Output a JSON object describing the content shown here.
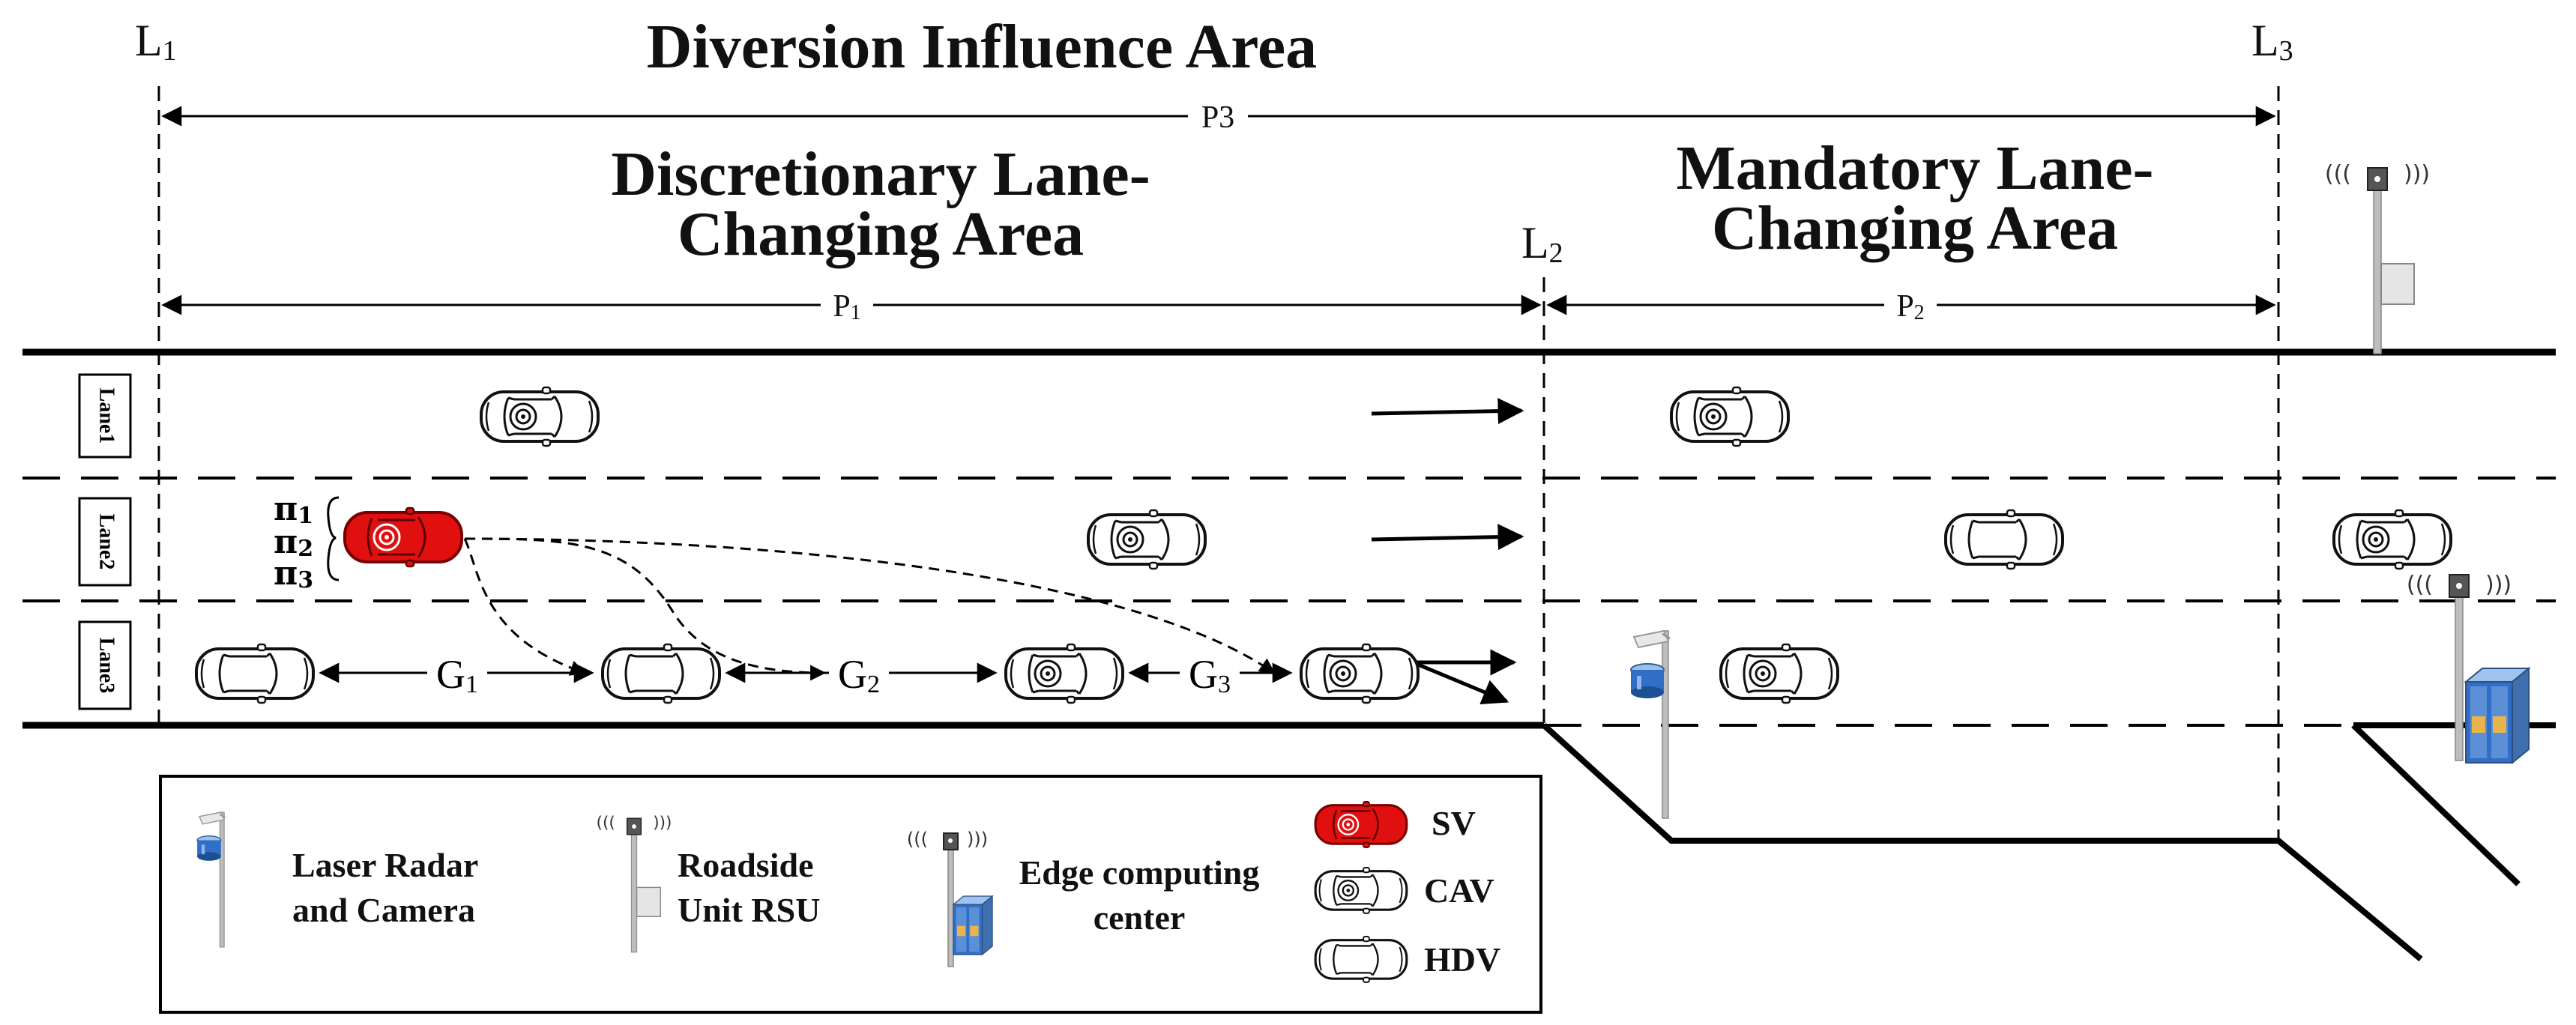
{
  "title": "Diversion Influence Area",
  "markers": {
    "l1": "L",
    "l1_sub": "1",
    "l2": "L",
    "l2_sub": "2",
    "l3": "L",
    "l3_sub": "3"
  },
  "spans": {
    "p3": "P3",
    "p1": "P",
    "p1_sub": "1",
    "p2": "P",
    "p2_sub": "2"
  },
  "areas": {
    "discretionary_line1": "Discretionary Lane-",
    "discretionary_line2": "Changing Area",
    "mandatory_line1": "Mandatory Lane-",
    "mandatory_line2": "Changing Area"
  },
  "lanes": [
    "Lane1",
    "Lane2",
    "Lane3"
  ],
  "policies": [
    {
      "sym": "π",
      "sub": "1"
    },
    {
      "sym": "π",
      "sub": "2"
    },
    {
      "sym": "π",
      "sub": "3"
    }
  ],
  "gaps": [
    {
      "sym": "G",
      "sub": "1"
    },
    {
      "sym": "G",
      "sub": "2"
    },
    {
      "sym": "G",
      "sub": "3"
    }
  ],
  "legend": {
    "laser_line1": "Laser Radar",
    "laser_line2": "and Camera",
    "rsu_line1": "Roadside",
    "rsu_line2": "Unit RSU",
    "edge_line1": "Edge computing",
    "edge_line2": "center",
    "sv": "SV",
    "cav": "CAV",
    "hdv": "HDV"
  },
  "colors": {
    "sv": "#e01010",
    "road": "#000000",
    "edge_blue": "#2f6fc7"
  }
}
